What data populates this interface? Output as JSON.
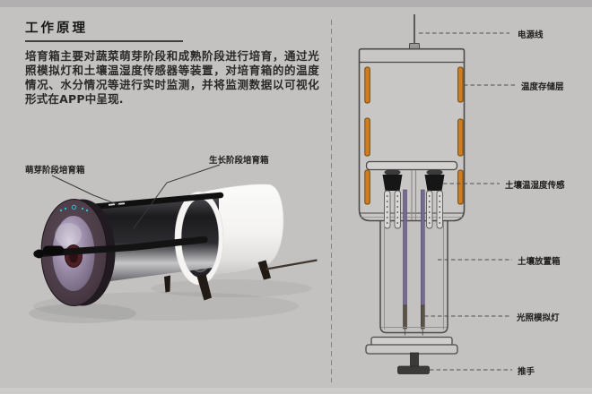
{
  "page": {
    "title": "工作原理",
    "description": "培育箱主要对蔬菜萌芽阶段和成熟阶段进行培育，通过光照模拟灯和土壤温湿度传感器等装置，对培育箱的的温度情况、水分情况等进行实时监测，并将监测数据以可视化形式在APP中呈现."
  },
  "render": {
    "labels": [
      {
        "id": "germination-box",
        "text": "萌芽阶段培育箱"
      },
      {
        "id": "growth-box",
        "text": "生长阶段培育箱"
      }
    ]
  },
  "diagram": {
    "callouts": [
      {
        "id": "power-cord",
        "text": "电源线"
      },
      {
        "id": "temp-storage-layer",
        "text": "温度存储层"
      },
      {
        "id": "soil-sensor",
        "text": "土壤温湿度传感"
      },
      {
        "id": "soil-box",
        "text": "土壤放置箱"
      },
      {
        "id": "light-lamp",
        "text": "光照模拟灯"
      },
      {
        "id": "push-handle",
        "text": "推手"
      }
    ]
  },
  "colors": {
    "background": "#c3c2c0",
    "accent_orange": "#d07d20",
    "lamp_purple": "#756b90",
    "disc_purple": "#94869f",
    "line_dark": "#4a4a4a"
  }
}
